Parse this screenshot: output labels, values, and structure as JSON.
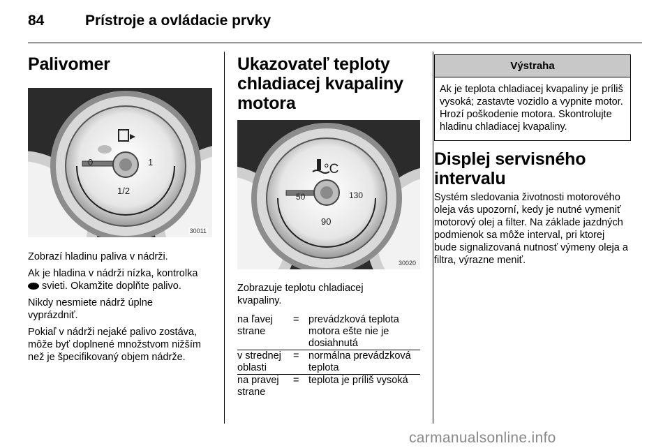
{
  "header": {
    "page_number": "84",
    "title": "Prístroje a ovládacie prvky"
  },
  "fuel": {
    "heading": "Palivomer",
    "figure": {
      "code": "30011",
      "tick_0": "0",
      "tick_half": "1/2",
      "tick_1": "1"
    },
    "p1": "Zobrazí hladinu paliva v nádrži.",
    "p2a": "Ak je hladina v nádrži nízka, kontrolka",
    "p2b": "svieti. Okamžite doplňte palivo.",
    "p3": "Nikdy nesmiete nádrž úplne vyprázdniť.",
    "p4": "Pokiaľ v nádrži nejaké palivo zostáva, môže byť doplnené množstvom nižším než je špecifikovaný objem nádrže."
  },
  "coolant": {
    "heading": "Ukazovateľ teploty chladiacej kvapaliny motora",
    "figure": {
      "code": "30020",
      "unit": "°C",
      "tick_50": "50",
      "tick_90": "90",
      "tick_130": "130"
    },
    "intro": "Zobrazuje teplotu chladiacej kvapaliny.",
    "rows": [
      {
        "term": "na ľavej strane",
        "eq": "=",
        "desc": "prevádzková teplota motora ešte nie je dosiahnutá"
      },
      {
        "term": "v strednej oblasti",
        "eq": "=",
        "desc": "normálna prevádzková teplota"
      },
      {
        "term": "na pravej strane",
        "eq": "=",
        "desc": "teplota je príliš vysoká"
      }
    ]
  },
  "warning": {
    "title": "Výstraha",
    "body": "Ak je teplota chladiacej kvapaliny je príliš vysoká; zastavte vozidlo a vypnite motor. Hrozí poškodenie motora. Skontrolujte hladinu chladiacej kvapaliny."
  },
  "service": {
    "heading": "Displej servisného intervalu",
    "body": "Systém sledovania životnosti motorového oleja vás upozorní, kedy je nutné vymeniť motorový olej a filter. Na základe jazdných podmienok sa môže interval, pri ktorej bude signalizovaná nutnosť výmeny oleja a filtra, výrazne meniť."
  },
  "watermark": "carmanualsonline.info"
}
